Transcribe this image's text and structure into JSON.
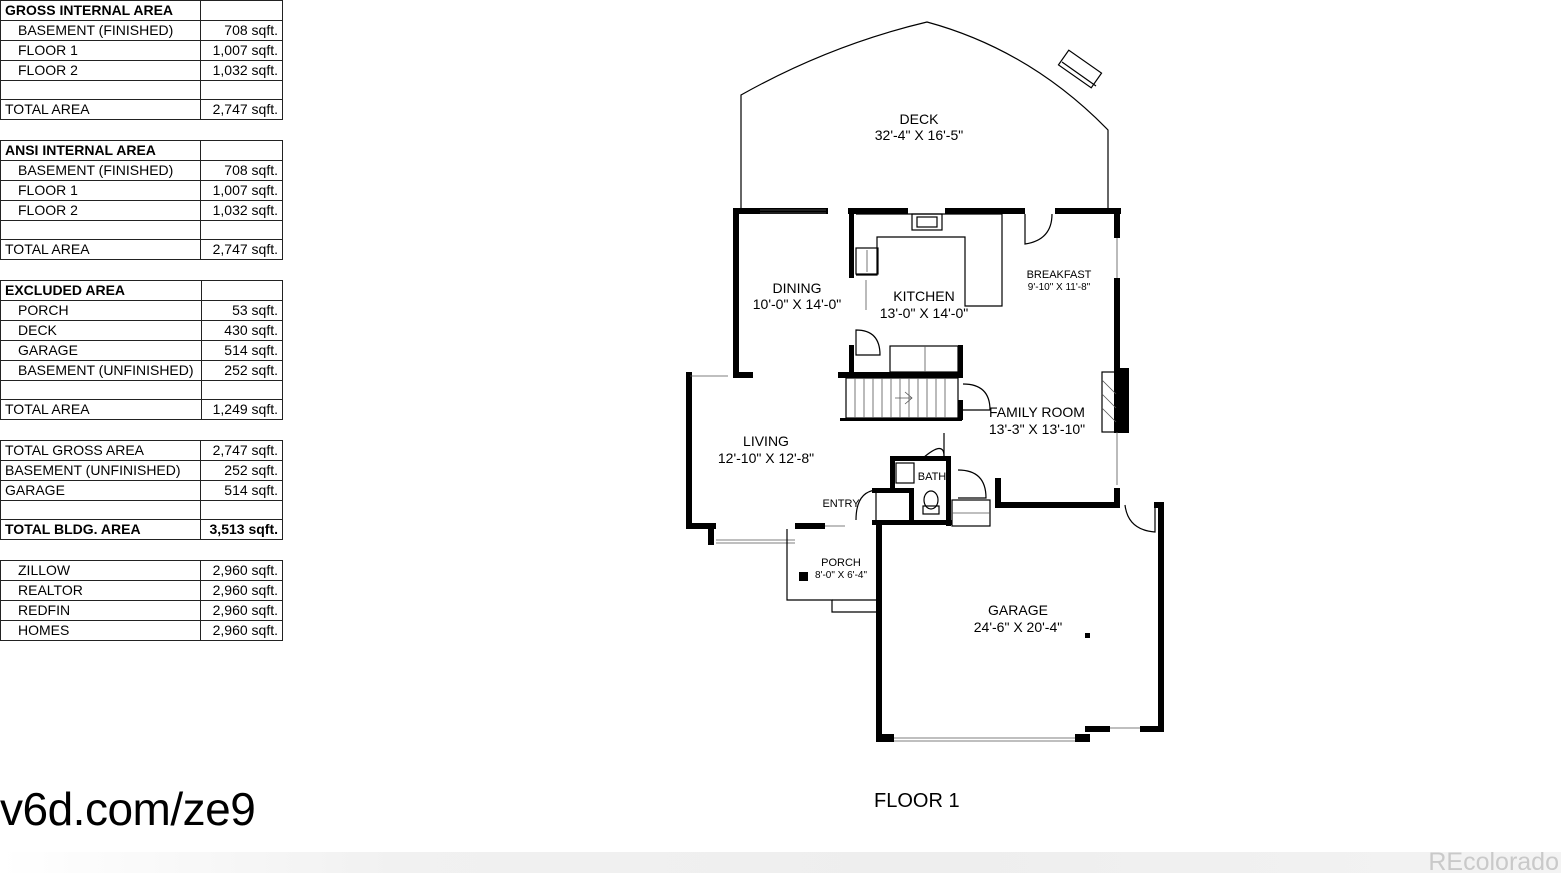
{
  "tables": [
    {
      "heading": "GROSS INTERNAL AREA",
      "rows": [
        {
          "label": "BASEMENT (FINISHED)",
          "value": "708 sqft."
        },
        {
          "label": "FLOOR 1",
          "value": "1,007 sqft."
        },
        {
          "label": "FLOOR 2",
          "value": "1,032 sqft."
        },
        {
          "label": "",
          "value": ""
        }
      ],
      "total": {
        "label": "TOTAL AREA",
        "value": "2,747 sqft."
      }
    },
    {
      "heading": "ANSI INTERNAL AREA",
      "rows": [
        {
          "label": "BASEMENT (FINISHED)",
          "value": "708 sqft."
        },
        {
          "label": "FLOOR 1",
          "value": "1,007 sqft."
        },
        {
          "label": "FLOOR 2",
          "value": "1,032 sqft."
        },
        {
          "label": "",
          "value": ""
        }
      ],
      "total": {
        "label": "TOTAL AREA",
        "value": "2,747 sqft."
      }
    },
    {
      "heading": "EXCLUDED AREA",
      "rows": [
        {
          "label": "PORCH",
          "value": "53 sqft."
        },
        {
          "label": "DECK",
          "value": "430 sqft."
        },
        {
          "label": "GARAGE",
          "value": "514 sqft."
        },
        {
          "label": "BASEMENT (UNFINISHED)",
          "value": "252 sqft."
        },
        {
          "label": "",
          "value": ""
        }
      ],
      "total": {
        "label": "TOTAL AREA",
        "value": "1,249 sqft."
      }
    },
    {
      "rows": [
        {
          "label": "TOTAL GROSS AREA",
          "value": "2,747 sqft."
        },
        {
          "label": "BASEMENT (UNFINISHED)",
          "value": "252 sqft."
        },
        {
          "label": "GARAGE",
          "value": "514 sqft."
        },
        {
          "label": "",
          "value": ""
        }
      ],
      "total_bold": {
        "label": "TOTAL BLDG. AREA",
        "value": "3,513 sqft."
      }
    },
    {
      "rows": [
        {
          "label": "ZILLOW",
          "value": "2,960 sqft."
        },
        {
          "label": "REALTOR",
          "value": "2,960 sqft."
        },
        {
          "label": "REDFIN",
          "value": "2,960 sqft."
        },
        {
          "label": "HOMES",
          "value": "2,960 sqft."
        }
      ]
    }
  ],
  "rooms": {
    "deck": {
      "name": "DECK",
      "dims": "32'-4\" X 16'-5\""
    },
    "dining": {
      "name": "DINING",
      "dims": "10'-0\" X 14'-0\""
    },
    "kitchen": {
      "name": "KITCHEN",
      "dims": "13'-0\" X 14'-0\""
    },
    "breakfast": {
      "name": "BREAKFAST",
      "dims": "9'-10\" X 11'-8\""
    },
    "family": {
      "name": "FAMILY ROOM",
      "dims": "13'-3\" X 13'-10\""
    },
    "living": {
      "name": "LIVING",
      "dims": "12'-10\" X 12'-8\""
    },
    "bath": {
      "name": "BATH"
    },
    "entry": {
      "name": "ENTRY"
    },
    "porch": {
      "name": "PORCH",
      "dims": "8'-0\" X 6'-4\""
    },
    "garage": {
      "name": "GARAGE",
      "dims": "24'-6\" X 20'-4\""
    }
  },
  "floor_label": "FLOOR 1",
  "short_url": "v6d.com/ze9",
  "watermark": "REcolorado"
}
